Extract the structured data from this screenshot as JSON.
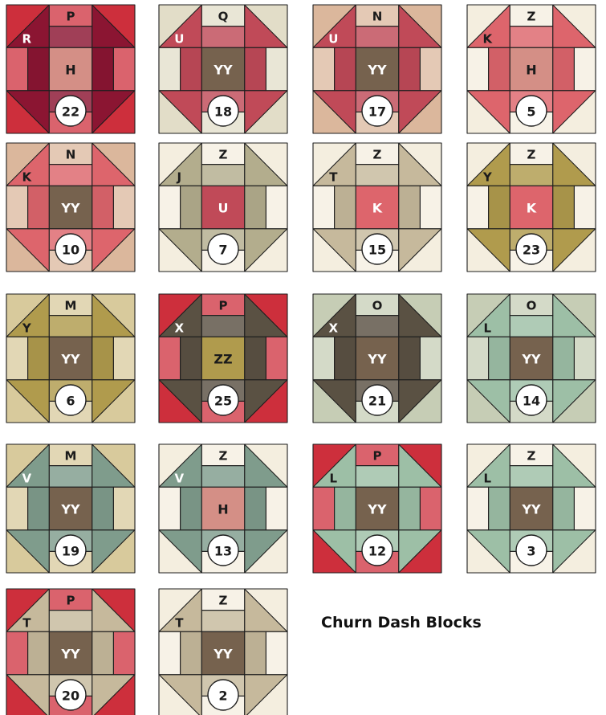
{
  "title": "Churn Dash Blocks",
  "colors": {
    "P": "#cd2f3c",
    "Q": "#e2ddc8",
    "N": "#dbb79c",
    "Z": "#f4eedf",
    "M": "#d8ca9c",
    "O": "#c6cdb5",
    "R": "#8b1532",
    "U": "#c04a58",
    "K": "#dd656c",
    "J": "#b3ad8d",
    "T": "#c6b99c",
    "Y": "#b09b4d",
    "X": "#5a5143",
    "L": "#9dbfa6",
    "V": "#7f9c8c",
    "H": "#d48f86",
    "YY": "#76624e",
    "ZZ": "#b09b4d"
  },
  "blocks": [
    {
      "bg": "P",
      "fg": "R",
      "center": "H",
      "number": "22"
    },
    {
      "bg": "Q",
      "fg": "U",
      "center": "YY",
      "number": "18"
    },
    {
      "bg": "N",
      "fg": "U",
      "center": "YY",
      "number": "17"
    },
    {
      "bg": "Z",
      "fg": "K",
      "center": "H",
      "number": "5"
    },
    {
      "bg": "N",
      "fg": "K",
      "center": "YY",
      "number": "10"
    },
    {
      "bg": "Z",
      "fg": "J",
      "center": "U",
      "number": "7"
    },
    {
      "bg": "Z",
      "fg": "T",
      "center": "K",
      "number": "15"
    },
    {
      "bg": "Z",
      "fg": "Y",
      "center": "K",
      "number": "23"
    },
    {
      "bg": "M",
      "fg": "Y",
      "center": "YY",
      "number": "6"
    },
    {
      "bg": "P",
      "fg": "X",
      "center": "ZZ",
      "number": "25"
    },
    {
      "bg": "O",
      "fg": "X",
      "center": "YY",
      "number": "21"
    },
    {
      "bg": "O",
      "fg": "L",
      "center": "YY",
      "number": "14"
    },
    {
      "bg": "M",
      "fg": "V",
      "center": "YY",
      "number": "19"
    },
    {
      "bg": "Z",
      "fg": "V",
      "center": "H",
      "number": "13"
    },
    {
      "bg": "P",
      "fg": "L",
      "center": "YY",
      "number": "12"
    },
    {
      "bg": "Z",
      "fg": "L",
      "center": "YY",
      "number": "3"
    },
    {
      "bg": "P",
      "fg": "T",
      "center": "YY",
      "number": "20"
    },
    {
      "bg": "Z",
      "fg": "T",
      "center": "YY",
      "number": "2"
    }
  ]
}
